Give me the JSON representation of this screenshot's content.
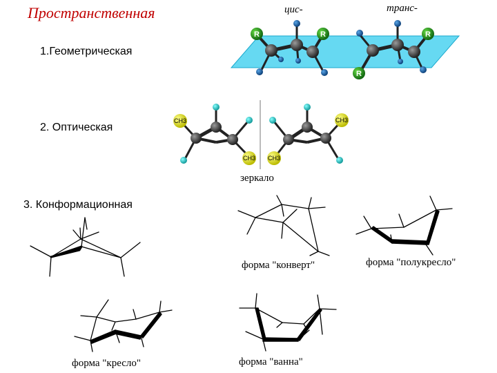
{
  "heading": "Пространственная",
  "items": {
    "geometric": "1.Геометрическая",
    "optical": "2. Оптическая",
    "conformational": "3. Конформационная"
  },
  "geometric": {
    "cis_label": "цис-",
    "trans_label": "транс-",
    "substituent": "R"
  },
  "optical": {
    "group": "CH3",
    "mirror_label": "зеркало"
  },
  "conformations": {
    "envelope": "форма \"конверт\"",
    "half_chair": "форма \"полукресло\"",
    "chair": "форма \"кресло\"",
    "boat": "форма \"ванна\""
  },
  "colors": {
    "heading": "#c00000",
    "plane": "#33ccee",
    "r_atom": "#22aa22",
    "hydrogen_blue": "#1a6fb5",
    "hydrogen_cyan": "#22cccc",
    "carbon": "#333333",
    "ch3_atom": "#eeee22"
  }
}
